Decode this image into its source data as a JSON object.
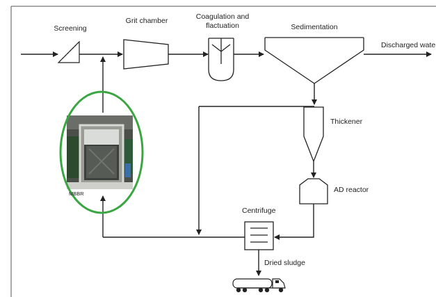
{
  "labels": {
    "screening": "Screening",
    "grit_chamber": "Grit chamber",
    "coagulation_line1": "Coagulation and",
    "coagulation_line2": "flactuation",
    "sedimentation": "Sedimentation",
    "discharged_water": "Discharged water",
    "thickener": "Thickener",
    "ad_reactor": "AD reactor",
    "centrifuge": "Centrifuge",
    "dried_sludge": "Dried sludge",
    "mbbr": "MBBR"
  },
  "colors": {
    "line": "#222222",
    "highlight_ellipse": "#3aa641",
    "photo_dark": "#3a3f3a",
    "photo_panel": "#8a8d86"
  },
  "icons": {
    "truck": "tanker-truck-icon"
  }
}
